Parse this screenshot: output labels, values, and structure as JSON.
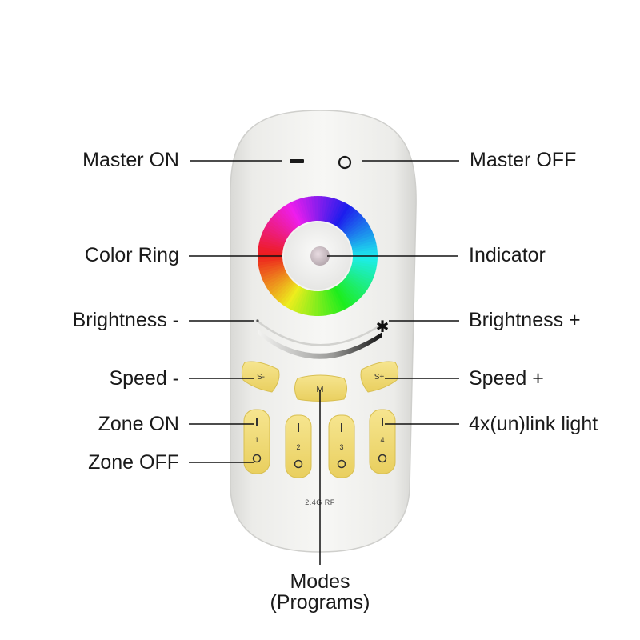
{
  "labels": {
    "master_on": "Master ON",
    "master_off": "Master OFF",
    "color_ring": "Color Ring",
    "indicator": "Indicator",
    "brightness_minus": "Brightness -",
    "brightness_plus": "Brightness +",
    "speed_minus": "Speed -",
    "speed_plus": "Speed +",
    "zone_on": "Zone ON",
    "zone_off": "Zone OFF",
    "link_light": "4x(un)link light",
    "modes_line1": "Modes",
    "modes_line2": "(Programs)"
  },
  "buttons": {
    "speed_minus": "S-",
    "mode": "M",
    "speed_plus": "S+",
    "zones": [
      "1",
      "2",
      "3",
      "4"
    ]
  },
  "remote_mark": "2.4G RF",
  "colors": {
    "remote_body": "#ededeb",
    "button_yellow": "#f2dc77",
    "leader_line": "#111111"
  }
}
